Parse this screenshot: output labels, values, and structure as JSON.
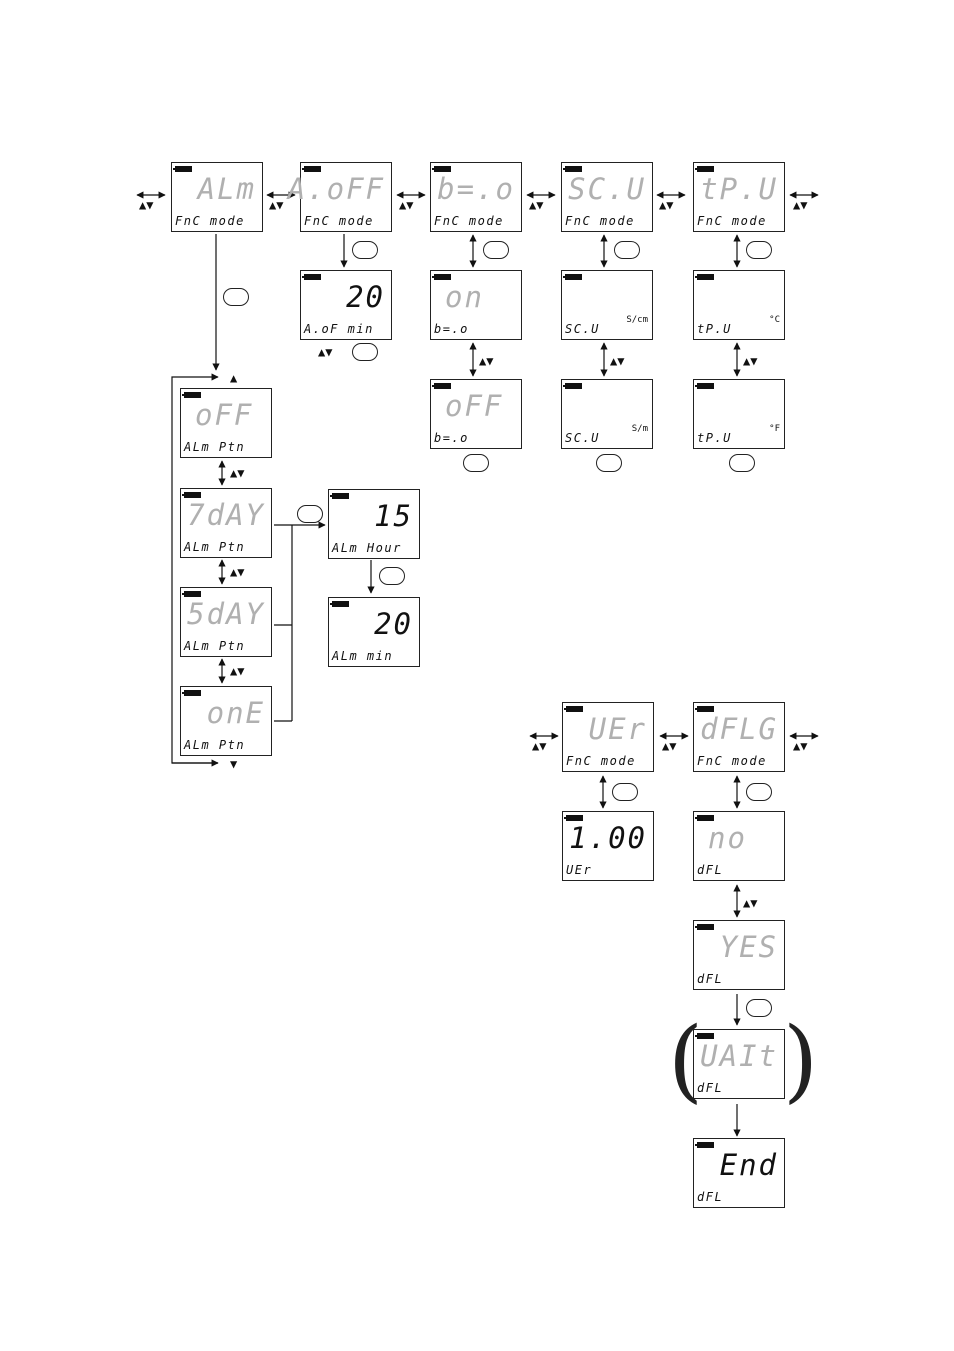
{
  "screens": {
    "alm": {
      "main": "ALm",
      "sub": "FnC mode"
    },
    "aoff": {
      "main": "A.oFF",
      "sub": "FnC mode"
    },
    "bo": {
      "main": "b=.o",
      "sub": "FnC mode"
    },
    "scu": {
      "main": "SC.U",
      "sub": "FnC mode"
    },
    "tpu": {
      "main": "tP.U",
      "sub": "FnC mode"
    },
    "aof_min": {
      "main": "20",
      "sub": "A.oF  min"
    },
    "bo_on": {
      "main": "on",
      "sub": "b=.o"
    },
    "bo_off": {
      "main": "oFF",
      "sub": "b=.o"
    },
    "scu_scm": {
      "main": "",
      "sub": "SC.U",
      "unit": "S/cm"
    },
    "scu_sm": {
      "main": "",
      "sub": "SC.U",
      "unit": "S/m"
    },
    "tpu_c": {
      "main": "",
      "sub": "tP.U",
      "unit": "°C"
    },
    "tpu_f": {
      "main": "",
      "sub": "tP.U",
      "unit": "°F"
    },
    "ptn_off": {
      "main": "oFF",
      "sub": "ALm  Ptn"
    },
    "ptn_7day": {
      "main": "7dAY",
      "sub": "ALm  Ptn"
    },
    "ptn_5day": {
      "main": "5dAY",
      "sub": "ALm  Ptn"
    },
    "ptn_one": {
      "main": "onE",
      "sub": "ALm  Ptn"
    },
    "alm_hour": {
      "main": "15",
      "sub": "ALm Hour"
    },
    "alm_min": {
      "main": "20",
      "sub": "ALm  min"
    },
    "ver": {
      "main": "UEr",
      "sub": "FnC mode"
    },
    "dflg": {
      "main": "dFLG",
      "sub": "FnC mode"
    },
    "ver_val": {
      "main": "1.00",
      "sub": "UEr"
    },
    "dfl_no": {
      "main": "no",
      "sub": "dFL"
    },
    "dfl_yes": {
      "main": "YES",
      "sub": "dFL"
    },
    "dfl_wait": {
      "main": "UAIt",
      "sub": "dFL"
    },
    "dfl_end": {
      "main": "End",
      "sub": "dFL"
    }
  },
  "symbols": {
    "updown": "▲▼",
    "up": "▲",
    "down": "▼"
  }
}
